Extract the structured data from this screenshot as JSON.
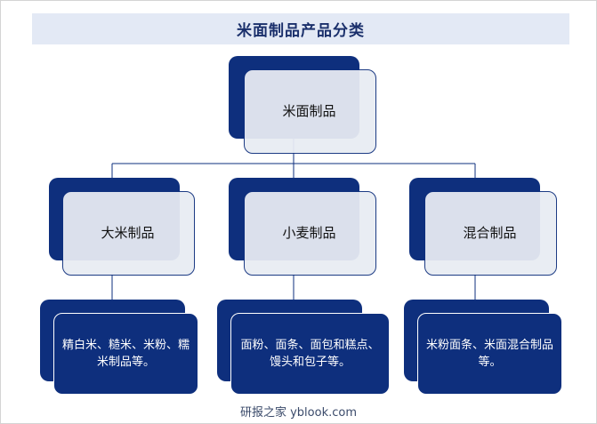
{
  "title": "米面制品产品分类",
  "root": {
    "label": "米面制品"
  },
  "categories": [
    {
      "label": "大米制品",
      "detail": "精白米、糙米、米粉、糯米制品等。"
    },
    {
      "label": "小麦制品",
      "detail": "面粉、面条、面包和糕点、馒头和包子等。"
    },
    {
      "label": "混合制品",
      "detail": "米粉面条、米面混合制品等。"
    }
  ],
  "footer": "研报之家 yblook.com",
  "colors": {
    "navy": "#0e2f7d",
    "light": "#e8ecf3",
    "title_bg": "#e3e9f5"
  }
}
